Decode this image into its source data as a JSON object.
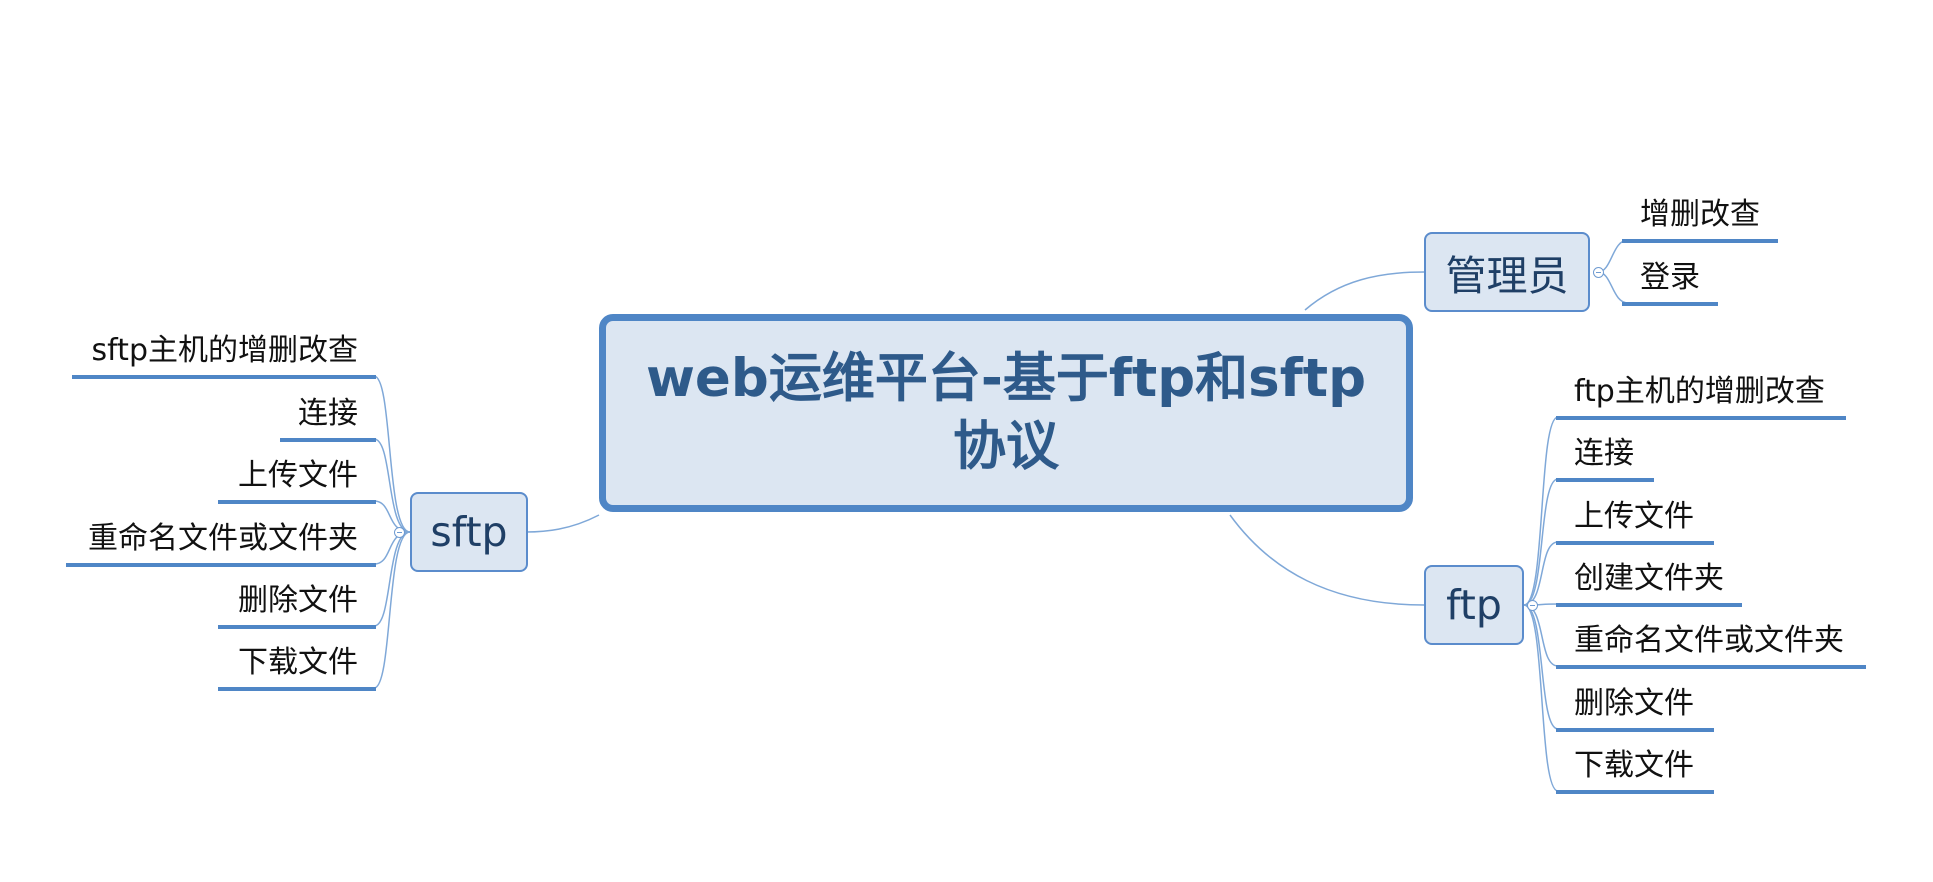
{
  "root": {
    "title": "web运维平台-基于ftp和sftp协议"
  },
  "branches": {
    "admin": {
      "label": "管理员",
      "items": [
        "增删改查",
        "登录"
      ]
    },
    "ftp": {
      "label": "ftp",
      "items": [
        "ftp主机的增删改查",
        "连接",
        "上传文件",
        "创建文件夹",
        "重命名文件或文件夹",
        "删除文件",
        "下载文件"
      ]
    },
    "sftp": {
      "label": "sftp",
      "items": [
        "sftp主机的增删改查",
        "连接",
        "上传文件",
        "重命名文件或文件夹",
        "删除文件",
        "下载文件"
      ]
    }
  },
  "colors": {
    "line": "#4f86c6",
    "connector": "#7fa8d8",
    "node_fill": "#dce6f2",
    "root_text": "#2e5a8a"
  }
}
